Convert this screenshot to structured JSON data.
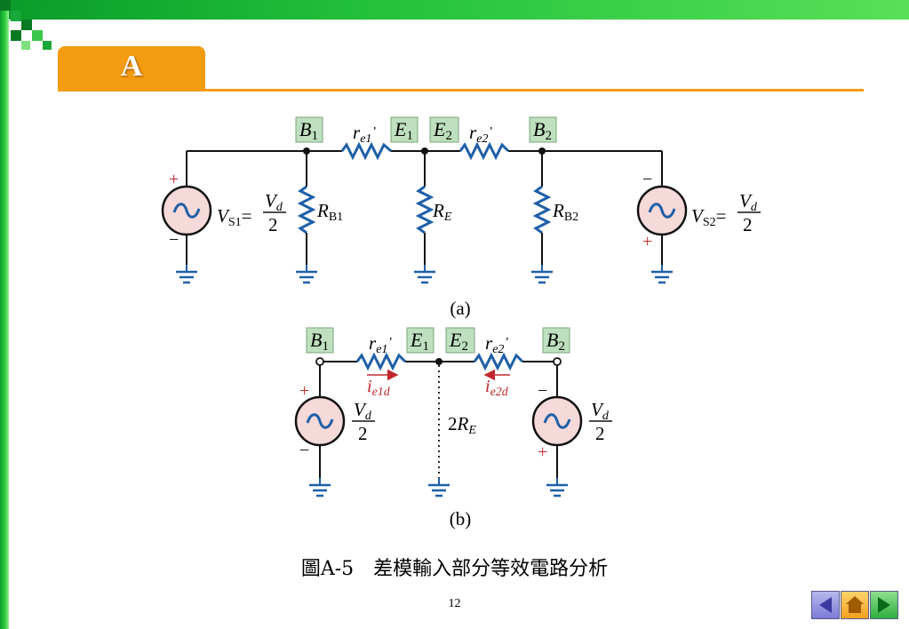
{
  "section": {
    "label": "A"
  },
  "nodes": {
    "b1": "B",
    "b1_sub": "1",
    "e1": "E",
    "e1_sub": "1",
    "e2": "E",
    "e2_sub": "2",
    "b2": "B",
    "b2_sub": "2"
  },
  "components": {
    "re1": "r",
    "re1_sub": "e1",
    "re1_mark": "’",
    "re2": "r",
    "re2_sub": "e2",
    "re2_mark": "’",
    "rb1": "R",
    "rb1_sub": "B1",
    "rb2": "R",
    "rb2_sub": "B2",
    "re": "R",
    "re_sub": "E",
    "vs1": "V",
    "vs1_sub": "S1",
    "vs2": "V",
    "vs2_sub": "S2",
    "eq": "=",
    "vd": "V",
    "vd_sub": "d",
    "two": "2",
    "two_re": "2R",
    "two_re_sub": "E",
    "ie1": "i",
    "ie1_sub": "e1d",
    "ie2": "i",
    "ie2_sub": "e2d",
    "plus": "+",
    "minus": "−"
  },
  "subfig": {
    "a": "(a)",
    "b": "(b)"
  },
  "caption": "圖A-5　差模輸入部分等效電路分析",
  "page": "12",
  "colors": {
    "wire": "#111111",
    "ground": "#1f5fa8",
    "source_fill": "#f6d9d9",
    "source_wave": "#1f5fa8",
    "label_bg": "#bfe0bf",
    "current": "#c0282e",
    "accent": "#f39c12"
  },
  "nav": {
    "prev": "prev-icon",
    "home": "home-icon",
    "next": "next-icon"
  }
}
